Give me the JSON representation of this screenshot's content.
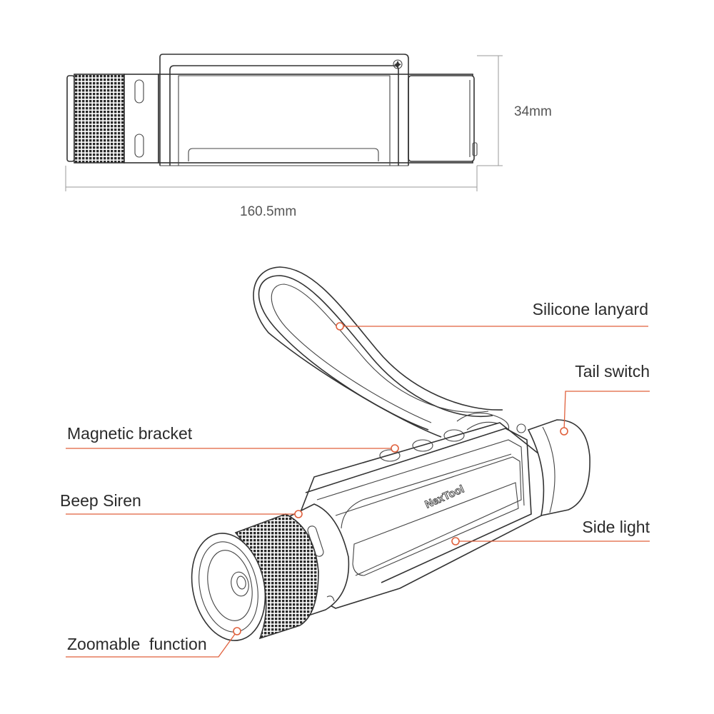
{
  "colors": {
    "accent": "#e0603c",
    "line": "#333333",
    "background": "#ffffff"
  },
  "dimensions": {
    "height_label": "34mm",
    "length_label": "160.5mm"
  },
  "brand": {
    "logo_text": "NexTool"
  },
  "callouts": {
    "silicone_lanyard": "Silicone lanyard",
    "tail_switch": "Tail switch",
    "magnetic_bracket": "Magnetic bracket",
    "beep_siren": "Beep Siren",
    "side_light": "Side light",
    "zoomable_function": "Zoomable  function"
  }
}
